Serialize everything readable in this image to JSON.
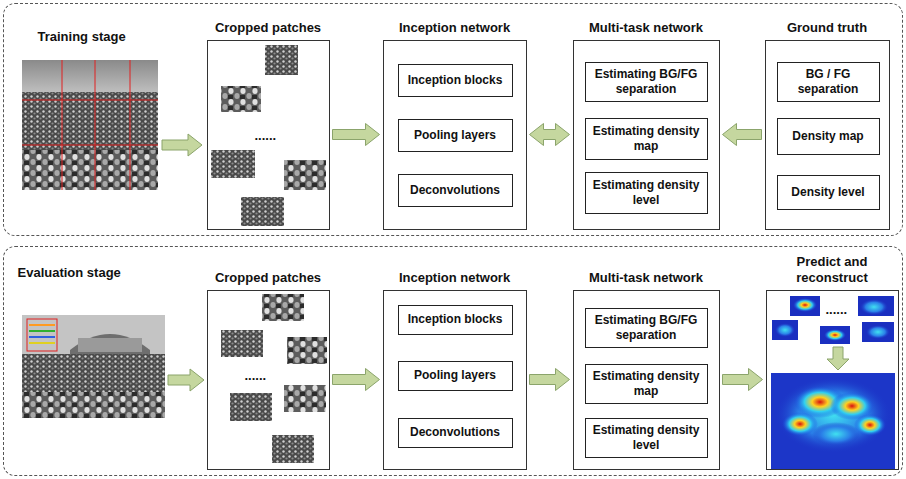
{
  "diagram": {
    "nodes": [
      {
        "text": [
          "Training stage"
        ]
      },
      {
        "text": [
          "Cropped patches",
          "......"
        ],
        "in": 0
      },
      {
        "text": [
          "Inception network"
        ],
        "in": 0
      },
      {
        "text": [
          "Inception blocks"
        ],
        "in": 2
      },
      {
        "text": [
          "Pooling layers"
        ],
        "in": 2
      },
      {
        "text": [
          "Deconvolutions"
        ],
        "in": 2
      },
      {
        "text": [
          "Multi-task network"
        ],
        "in": 0
      },
      {
        "text": [
          "Estimating BG/FG separation"
        ],
        "in": 6
      },
      {
        "text": [
          "Estimating density map"
        ],
        "in": 6
      },
      {
        "text": [
          "Estimating density level"
        ],
        "in": 6
      },
      {
        "text": [
          "Ground truth"
        ],
        "in": 0
      },
      {
        "text": [
          "BG / FG separation"
        ],
        "in": 10
      },
      {
        "text": [
          "Density map"
        ],
        "in": 10
      },
      {
        "text": [
          "Density level"
        ],
        "in": 10
      },
      {
        "text": [
          "Evaluation stage"
        ]
      },
      {
        "text": [
          "Cropped patches",
          "......"
        ],
        "in": 14
      },
      {
        "text": [
          "Inception network"
        ],
        "in": 14
      },
      {
        "text": [
          "Inception blocks"
        ],
        "in": 16
      },
      {
        "text": [
          "Pooling layers"
        ],
        "in": 16
      },
      {
        "text": [
          "Deconvolutions"
        ],
        "in": 16
      },
      {
        "text": [
          "Multi-task network"
        ],
        "in": 14
      },
      {
        "text": [
          "Estimating BG/FG separation"
        ],
        "in": 20
      },
      {
        "text": [
          "Estimating density map"
        ],
        "in": 20
      },
      {
        "text": [
          "Estimating density level"
        ],
        "in": 20
      },
      {
        "text": [
          "Predict and reconstruct",
          "......"
        ],
        "in": 14
      }
    ],
    "edges": [
      {
        "from": 1,
        "to": 2,
        "arrow": "to"
      },
      {
        "from": 2,
        "to": 6,
        "arrow": "both"
      },
      {
        "from": 10,
        "to": 6,
        "arrow": "to"
      },
      {
        "from": 15,
        "to": 16,
        "arrow": "to"
      },
      {
        "from": 16,
        "to": 20,
        "arrow": "to"
      },
      {
        "from": 20,
        "to": 24,
        "arrow": "to"
      }
    ]
  }
}
